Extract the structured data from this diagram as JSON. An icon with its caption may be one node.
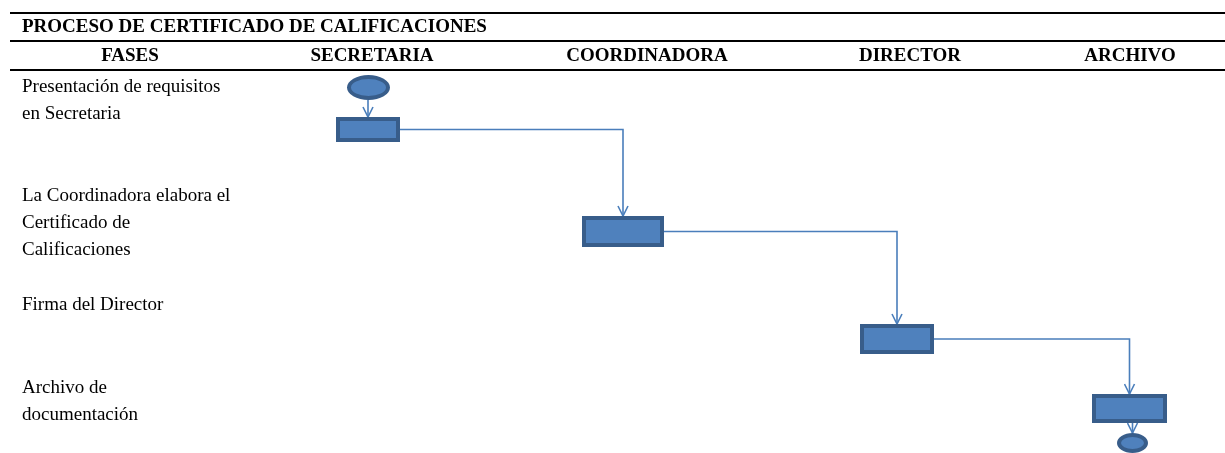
{
  "diagram": {
    "title": "PROCESO DE CERTIFICADO DE CALIFICACIONES",
    "nodes": [
      {
        "text": [],
        "shape": "circle"
      },
      {
        "text": [],
        "shape": "box"
      },
      {
        "text": [],
        "shape": "box"
      },
      {
        "text": [],
        "shape": "box"
      },
      {
        "text": [],
        "shape": "box"
      },
      {
        "text": [],
        "shape": "circle"
      }
    ],
    "edges": [
      {
        "from": 0,
        "to": 1,
        "arrow": "to"
      },
      {
        "from": 1,
        "to": 2,
        "arrow": "to"
      },
      {
        "from": 2,
        "to": 3,
        "arrow": "to"
      },
      {
        "from": 3,
        "to": 4,
        "arrow": "to"
      },
      {
        "from": 4,
        "to": 5,
        "arrow": "to"
      }
    ],
    "labels": [
      "FASES",
      "SECRETARIA",
      "COORDINADORA",
      "DIRECTOR",
      "ARCHIVO",
      "Presentación de requisitos en Secretaria",
      "La Coordinadora elabora el Certificado de Calificaciones",
      "Firma del Director",
      "Archivo de documentación"
    ]
  }
}
